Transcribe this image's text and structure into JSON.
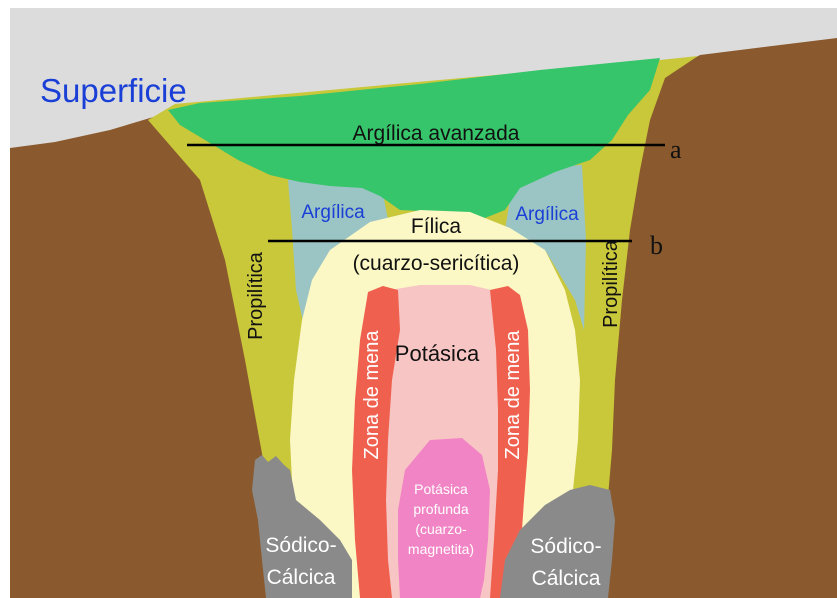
{
  "labels": {
    "surface": "Superficie",
    "advanced_argillic": "Argílica avanzada",
    "argillic_left": "Argílica",
    "argillic_right": "Argílica",
    "phyllic_1": "Fílica",
    "phyllic_2": "(cuarzo-sericítica)",
    "propylitic_left": "Propilítica",
    "propylitic_right": "Propilítica",
    "potassic": "Potásica",
    "ore_left": "Zona de mena",
    "ore_right": "Zona de mena",
    "deep_potassic": [
      "Potásica",
      "profunda",
      "(cuarzo-",
      "magnetita)"
    ],
    "sodic_left": [
      "Sódico-",
      "Cálcica"
    ],
    "sodic_right": [
      "Sódico-",
      "Cálcica"
    ],
    "marker_a": "a",
    "marker_b": "b"
  },
  "colors": {
    "sky": "#dcdcdc",
    "ground": "#8a5a2e",
    "propylitic": "#c9c73a",
    "advanced_argillic": "#36c56a",
    "argillic": "#9bc4c4",
    "phyllic": "#fbf8c6",
    "potassic": "#f7c5c3",
    "ore_zone": "#f0604e",
    "deep_potassic": "#f184c4",
    "sodic_calcic": "#8a8a8a",
    "surface_text": "#1a3fd6",
    "argillic_text": "#1a3fd6"
  }
}
